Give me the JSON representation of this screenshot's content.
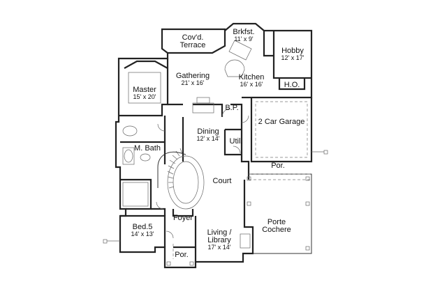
{
  "rooms": {
    "covd_terrace": {
      "name_line1": "Cov'd.",
      "name_line2": "Terrace"
    },
    "brkfst": {
      "name": "Brkfst.",
      "size": "11' x 9'"
    },
    "hobby": {
      "name": "Hobby",
      "size": "12' x 17'"
    },
    "gathering": {
      "name": "Gathering",
      "size": "21' x 16'"
    },
    "kitchen": {
      "name": "Kitchen",
      "size": "16' x 16'"
    },
    "ho": {
      "name": "H.O."
    },
    "master": {
      "name": "Master",
      "size": "15' x 20'"
    },
    "bp": {
      "name": "B.P."
    },
    "dining": {
      "name": "Dining",
      "size": "12' x 14'"
    },
    "two_car_garage": {
      "name": "2 Car Garage"
    },
    "m_bath": {
      "name": "M. Bath"
    },
    "util": {
      "name": "Util."
    },
    "por_garage": {
      "name": "Por."
    },
    "court": {
      "name": "Court"
    },
    "foyer": {
      "name": "Foyer"
    },
    "porte_cochere": {
      "name_line1": "Porte",
      "name_line2": "Cochere"
    },
    "bed5": {
      "name": "Bed.5",
      "size": "14' x 13'"
    },
    "living_library": {
      "name_line1": "Living /",
      "name_line2": "Library",
      "size": "17' x 14'"
    },
    "por_entry": {
      "name": "Por."
    }
  }
}
